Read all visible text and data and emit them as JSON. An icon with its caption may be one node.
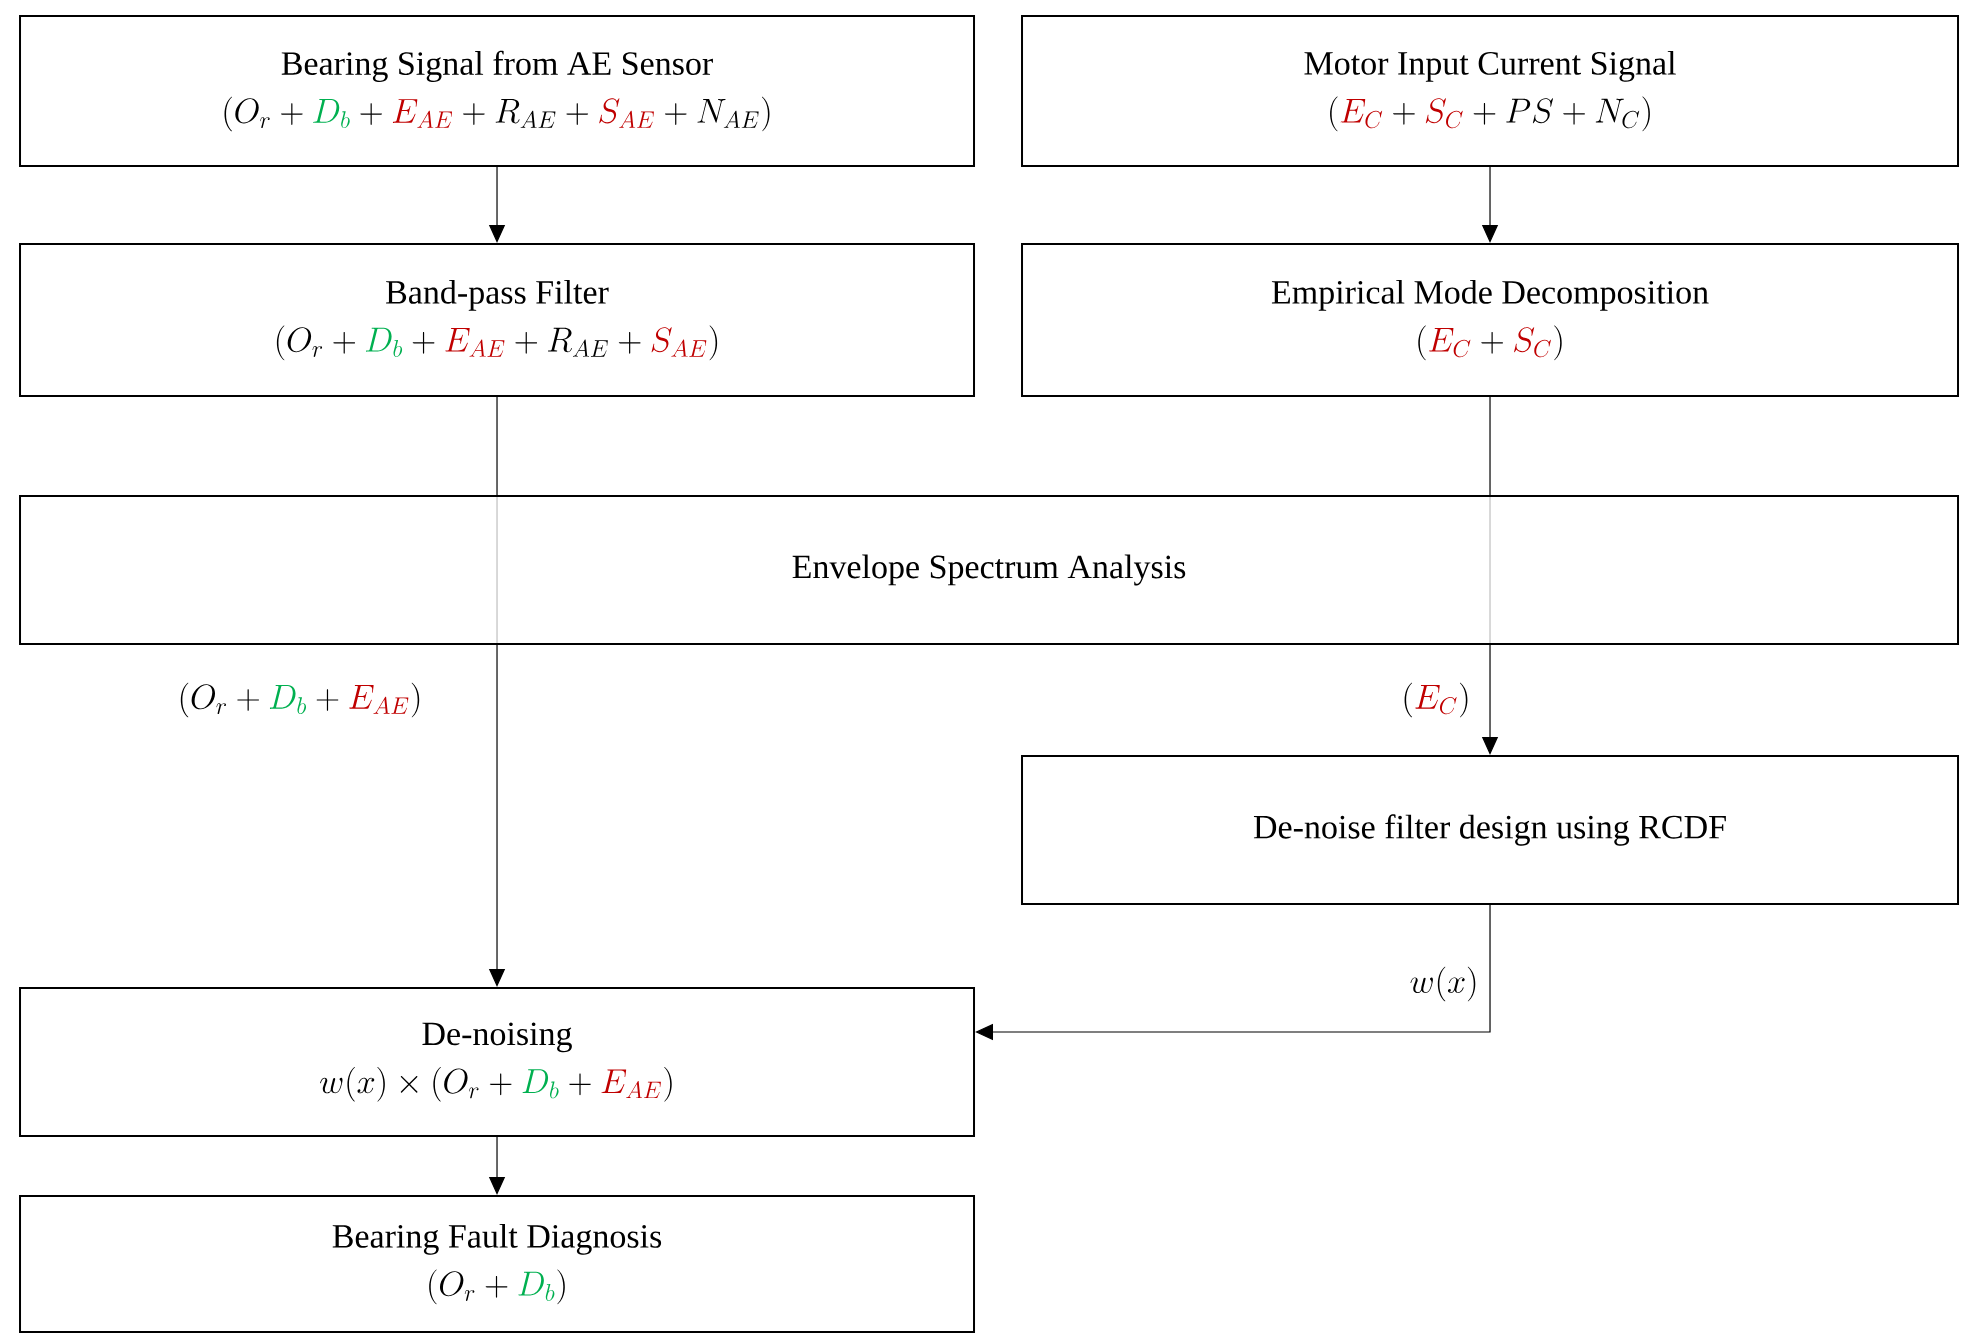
{
  "diagram": {
    "nodes": [
      {
        "text": [
          "Bearing Signal from AE Sensor",
          "(O_r + \\textcolor[HTML]{00B050}{D_b} + \\textcolor[HTML]{C00000}{E_{AE}} + R_{AE} + \\textcolor[HTML]{C00000}{S_{AE}} + N_{AE})"
        ]
      },
      {
        "text": [
          "Motor Input Current Signal",
          "(\\textcolor[HTML]{C00000}{E_C} + \\textcolor[HTML]{C00000}{S_C} + PS + N_C)"
        ]
      },
      {
        "text": [
          "Band-pass Filter",
          "(O_r + \\textcolor[HTML]{00B050}{D_b} + \\textcolor[HTML]{C00000}{E_{AE}} + R_{AE} + \\textcolor[HTML]{C00000}{S_{AE}})"
        ]
      },
      {
        "text": [
          "Empirical Mode Decomposition",
          "(\\textcolor[HTML]{C00000}{E_C} + \\textcolor[HTML]{C00000}{S_C})"
        ]
      },
      {
        "text": [
          "Envelope Spectrum Analysis"
        ]
      },
      {
        "text": [
          "De-noise filter design using RCDF"
        ]
      },
      {
        "text": [
          "De-noising",
          "w(x) \\times (O_r + \\textcolor[HTML]{00B050}{D_b} + \\textcolor[HTML]{C00000}{E_{AE}})"
        ]
      },
      {
        "text": [
          "Bearing Fault Diagnosis",
          "(O_r + \\textcolor[HTML]{00B050}{D_b})"
        ]
      }
    ],
    "edges": [
      {
        "from": 0,
        "to": 2,
        "arrow": "to"
      },
      {
        "from": 1,
        "to": 3,
        "arrow": "to"
      },
      {
        "from": 2,
        "to": 4,
        "arrow": "none"
      },
      {
        "from": 3,
        "to": 4,
        "arrow": "none"
      },
      {
        "from": 4,
        "to": 6,
        "arrow": "to",
        "label": "(O_r + \\textcolor[HTML]{00B050}{D_b} + \\textcolor[HTML]{C00000}{E_{AE}})"
      },
      {
        "from": 4,
        "to": 5,
        "arrow": "to",
        "label": "(\\textcolor[HTML]{C00000}{E_C})"
      },
      {
        "from": 5,
        "to": 6,
        "arrow": "to",
        "label": "w(x)"
      },
      {
        "from": 6,
        "to": 7,
        "arrow": "to"
      }
    ]
  }
}
